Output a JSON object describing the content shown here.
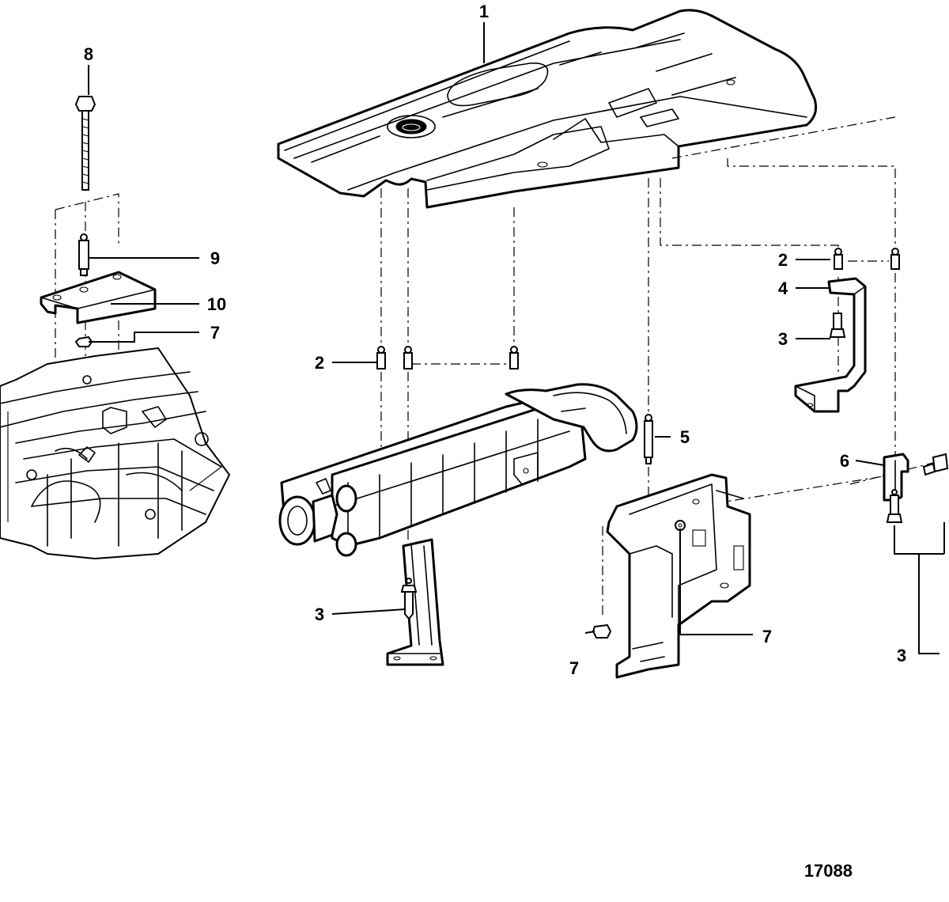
{
  "diagram": {
    "figure_number": "17088",
    "callouts": [
      {
        "id": "c1",
        "label": "1"
      },
      {
        "id": "c2a",
        "label": "2"
      },
      {
        "id": "c2b",
        "label": "2"
      },
      {
        "id": "c3a",
        "label": "3"
      },
      {
        "id": "c3b",
        "label": "3"
      },
      {
        "id": "c3c",
        "label": "3"
      },
      {
        "id": "c4",
        "label": "4"
      },
      {
        "id": "c5",
        "label": "5"
      },
      {
        "id": "c6",
        "label": "6"
      },
      {
        "id": "c7a",
        "label": "7"
      },
      {
        "id": "c7b",
        "label": "7"
      },
      {
        "id": "c7c",
        "label": "7"
      },
      {
        "id": "c8",
        "label": "8"
      },
      {
        "id": "c9",
        "label": "9"
      },
      {
        "id": "c10",
        "label": "10"
      }
    ]
  }
}
